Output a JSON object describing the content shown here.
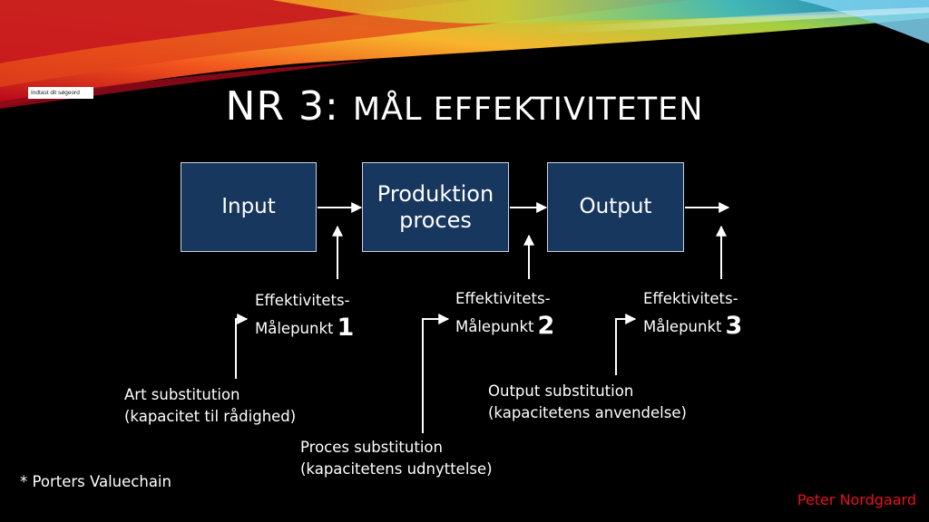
{
  "search": {
    "placeholder": "Indtast dit søgeord"
  },
  "title": {
    "lead": "NR 3: ",
    "rest": "MÅL EFFEKTIVITETEN"
  },
  "boxes": [
    {
      "label": "Input"
    },
    {
      "label_line1": "Produktion",
      "label_line2": "proces"
    },
    {
      "label": "Output"
    }
  ],
  "measure_points": [
    {
      "line1": "Effektivitets-",
      "line2": "Målepunkt",
      "number": "1"
    },
    {
      "line1": "Effektivitets-",
      "line2": "Målepunkt",
      "number": "2"
    },
    {
      "line1": "Effektivitets-",
      "line2": "Målepunkt",
      "number": "3"
    }
  ],
  "substitutions": [
    {
      "line1": "Art substitution",
      "line2": "(kapacitet til rådighed)"
    },
    {
      "line1": "Proces substitution",
      "line2": "(kapacitetens udnyttelse)"
    },
    {
      "line1": "Output substitution",
      "line2": "(kapacitetens anvendelse)"
    }
  ],
  "footnote": "* Porters Valuechain",
  "author": "Peter Nordgaard",
  "colors": {
    "background": "#000000",
    "box_fill": "#17375e",
    "box_border": "#c9d3df",
    "author": "#e8101a"
  }
}
